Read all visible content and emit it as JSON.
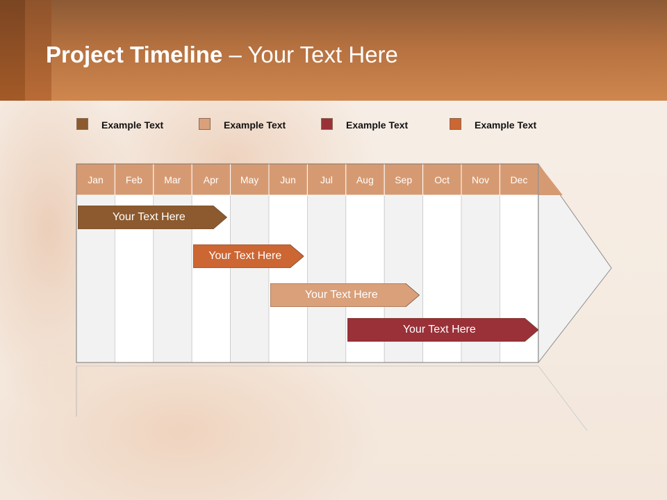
{
  "title": {
    "bold": "Project Timeline",
    "rest": " – Your Text Here"
  },
  "legend": [
    {
      "label": "Example Text",
      "color": "#8c5a2e"
    },
    {
      "label": "Example Text",
      "color": "#d9a07a"
    },
    {
      "label": "Example Text",
      "color": "#9a3038"
    },
    {
      "label": "Example Text",
      "color": "#cc6633"
    }
  ],
  "months": [
    "Jan",
    "Feb",
    "Mar",
    "Apr",
    "May",
    "Jun",
    "Jul",
    "Aug",
    "Sep",
    "Oct",
    "Nov",
    "Dec"
  ],
  "tasks": [
    {
      "label": "Your  Text Here",
      "start_month": "Jan",
      "end_month": "Apr",
      "color": "#8c5a2e"
    },
    {
      "label": "Your  Text Here",
      "start_month": "Apr",
      "end_month": "Jun",
      "color": "#cc6633"
    },
    {
      "label": "Your  Text Here",
      "start_month": "Jun",
      "end_month": "Sep",
      "color": "#d9a07a"
    },
    {
      "label": "Your  Text Here",
      "start_month": "Aug",
      "end_month": "Dec",
      "color": "#9a3038"
    }
  ],
  "colors": {
    "header_month": "#d69a72",
    "column_light": "#f2f2f2",
    "column_white": "#ffffff"
  }
}
